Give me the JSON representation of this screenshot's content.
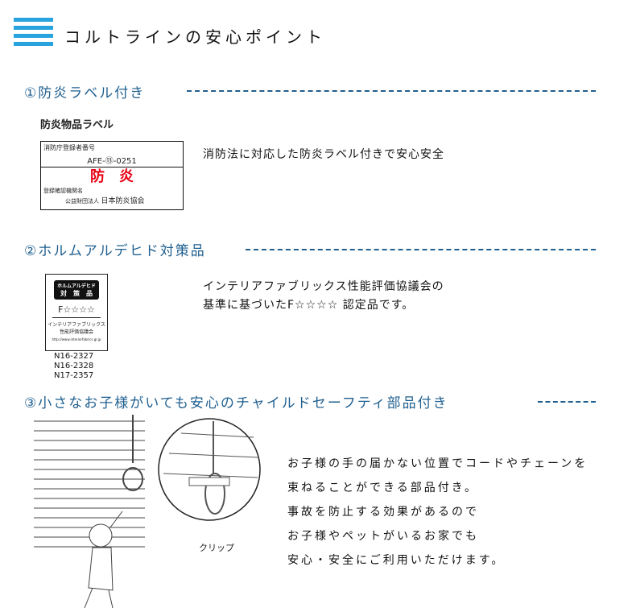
{
  "header": {
    "title": "コルトラインの安心ポイント",
    "icon": "blind-stripes-icon",
    "accent": "#29a3dd"
  },
  "section1": {
    "heading": "①防炎ラベル付き",
    "subheading": "防炎物品ラベル",
    "label": {
      "reg_title": "消防庁登録者番号",
      "reg_number": "AFE-⑬-0251",
      "mark": "防　炎",
      "org_title": "登録確認機関名",
      "org_type": "公益財団法人",
      "org_name": "日本防炎協会"
    },
    "description": "消防法に対応した防炎ラベル付きで安心安全"
  },
  "section2": {
    "heading": "②ホルムアルデヒド対策品",
    "card": {
      "top1": "ホルムアルデヒド",
      "top2": "対　策　品",
      "grade": "F☆☆☆☆",
      "assoc1": "インテリアファブリックス",
      "assoc2": "性能評価協議会",
      "url": "http://www.interiorfabrics.gr.jp"
    },
    "codes": [
      "N16-2327",
      "N16-2328",
      "N17-2357"
    ],
    "description_lines": [
      "インテリアファブリックス性能評価協議会の",
      "基準に基づいたF☆☆☆☆ 認定品です。"
    ]
  },
  "section3": {
    "heading": "③小さなお子様がいても安心のチャイルドセーフティ部品付き",
    "clip_label": "クリップ",
    "description_lines": [
      "お子様の手の届かない位置でコードやチェーンを",
      "束ねることができる部品付き。",
      "事故を防止する効果があるので",
      "お子様やペットがいるお家でも",
      "安心・安全にご利用いただけます。"
    ]
  },
  "colors": {
    "heading": "#1f5f8f",
    "fire_red": "#e60012"
  }
}
